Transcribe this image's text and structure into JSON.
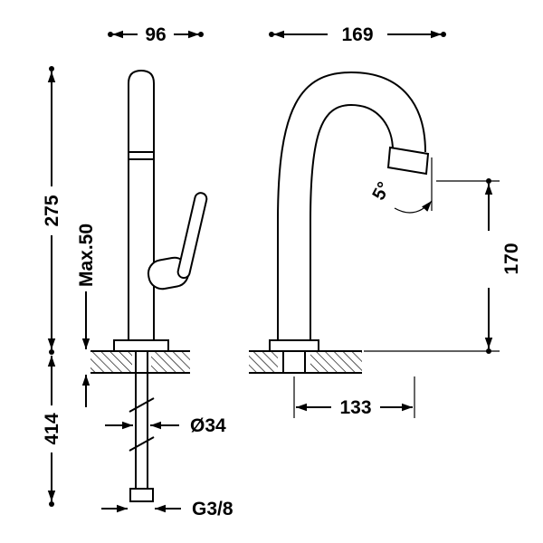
{
  "labels": {
    "width_side": "96",
    "width_front": "169",
    "height_above_deck": "275",
    "max_deck_thickness": "Max.50",
    "overall_height": "414",
    "hole_diameter": "Ø34",
    "thread": "G3/8",
    "spout_reach": "133",
    "spout_height": "170",
    "spout_angle": "5°"
  },
  "colors": {
    "line": "#000000",
    "background": "#ffffff"
  }
}
